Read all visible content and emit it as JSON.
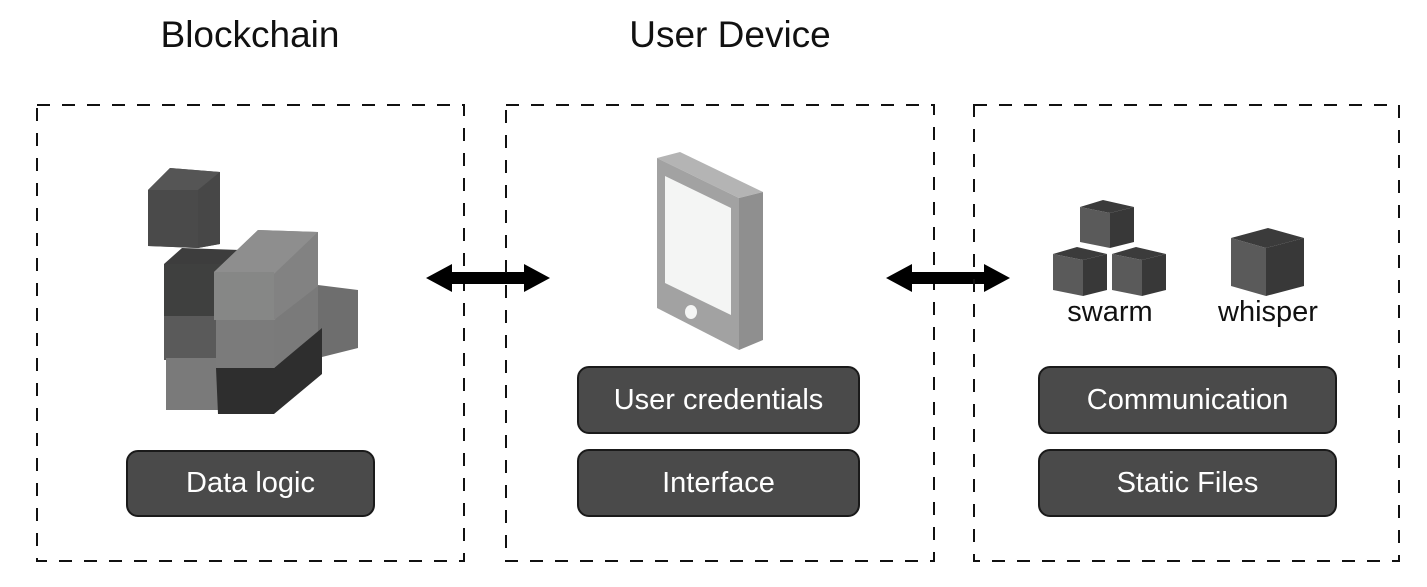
{
  "titles": {
    "blockchain": "Blockchain",
    "user_device": "User Device"
  },
  "panels": {
    "blockchain": {
      "icon": "stacked-blocks-icon",
      "boxes": [
        "Data logic"
      ]
    },
    "user_device": {
      "icon": "tablet-device-icon",
      "boxes": [
        "User credentials",
        "Interface"
      ]
    },
    "services": {
      "icons": [
        {
          "name": "swarm-cubes-icon",
          "label": "swarm"
        },
        {
          "name": "whisper-cube-icon",
          "label": "whisper"
        }
      ],
      "boxes": [
        "Communication",
        "Static Files"
      ]
    }
  },
  "connectors": [
    {
      "from": "Blockchain",
      "to": "User Device",
      "type": "bidirectional-arrow"
    },
    {
      "from": "User Device",
      "to": "swarm/whisper",
      "type": "bidirectional-arrow"
    }
  ],
  "colors": {
    "box_fill": "#4a4a4a",
    "box_border": "#1a1a1a",
    "box_text": "#ffffff",
    "dash": "#111111",
    "arrow": "#000000"
  }
}
